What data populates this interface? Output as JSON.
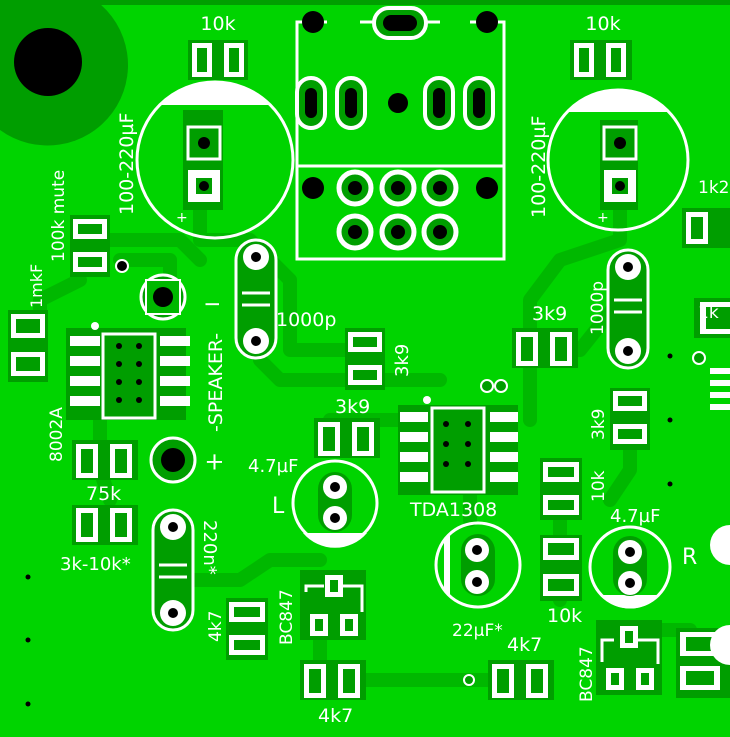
{
  "colors": {
    "copper": "#00d400",
    "board": "#009e00",
    "track": "#00b800",
    "pad": "#ffffff",
    "silkscreen": "#ffffff",
    "hole": "#000000"
  },
  "labels": {
    "r_top_left": "10k",
    "r_top_right": "10k",
    "cap_left": "100-220µF",
    "cap_right": "100-220µF",
    "r_mute": "100k mute",
    "cap_1mkf": "1mkF",
    "ic_8002a": "8002A",
    "speaker_minus": "-SPEAKER-",
    "speaker_dash": "I",
    "speaker_plus": "+",
    "cap_1000p_left": "1000p",
    "cap_1000p_right": "1000p",
    "r_3k9_a": "3k9",
    "r_3k9_b": "3k9",
    "r_3k9_c": "3k9",
    "r_3k9_d": "3k9",
    "r_75k": "75k",
    "r_3k_10k": "3k-10k*",
    "cap_220n": "220n*",
    "cap_47_left": "4.7µF",
    "cap_47_right": "4.7µF",
    "channel_left": "L",
    "channel_right": "R",
    "ic_tda": "TDA1308",
    "r_10k_mid": "10k",
    "r_10k_bottom": "10k",
    "cap_22": "22µF*",
    "r_4k7_a": "4k7",
    "r_4k7_b": "4k7",
    "r_4k7_c": "4k7",
    "q_left": "BC847",
    "q_right": "BC847",
    "edge_1k2": "1k2",
    "edge_1k": "1k"
  }
}
